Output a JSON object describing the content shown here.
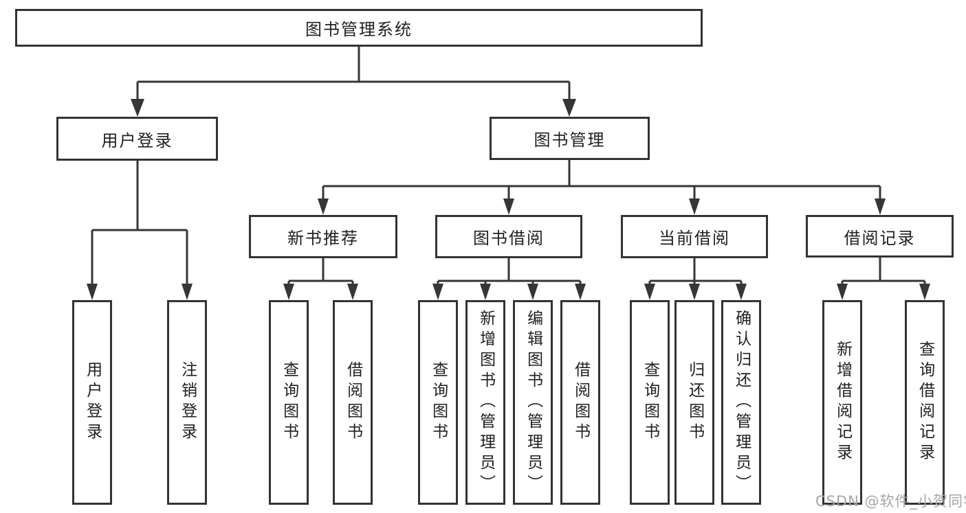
{
  "diagram": {
    "type": "tree",
    "root": {
      "label": "图书管理系统",
      "children": [
        {
          "label": "用户登录",
          "children": [
            {
              "label": "用户登录"
            },
            {
              "label": "注销登录"
            }
          ]
        },
        {
          "label": "图书管理",
          "children": [
            {
              "label": "新书推荐",
              "children": [
                {
                  "label": "查询图书"
                },
                {
                  "label": "借阅图书"
                }
              ]
            },
            {
              "label": "图书借阅",
              "children": [
                {
                  "label": "查询图书"
                },
                {
                  "label": "新增图书（管理员）"
                },
                {
                  "label": "编辑图书（管理员）"
                },
                {
                  "label": "借阅图书"
                }
              ]
            },
            {
              "label": "当前借阅",
              "children": [
                {
                  "label": "查询图书"
                },
                {
                  "label": "归还图书"
                },
                {
                  "label": "确认归还（管理员）"
                }
              ]
            },
            {
              "label": "借阅记录",
              "children": [
                {
                  "label": "新增借阅记录"
                },
                {
                  "label": "查询借阅记录"
                }
              ]
            }
          ]
        }
      ]
    }
  },
  "watermark": {
    "text": "CSDN @软件_小贺同学"
  },
  "colors": {
    "line": "#363636",
    "border": "#333333",
    "text": "#1f1f1f",
    "watermark": "#a6a6a6",
    "background": "#ffffff"
  }
}
